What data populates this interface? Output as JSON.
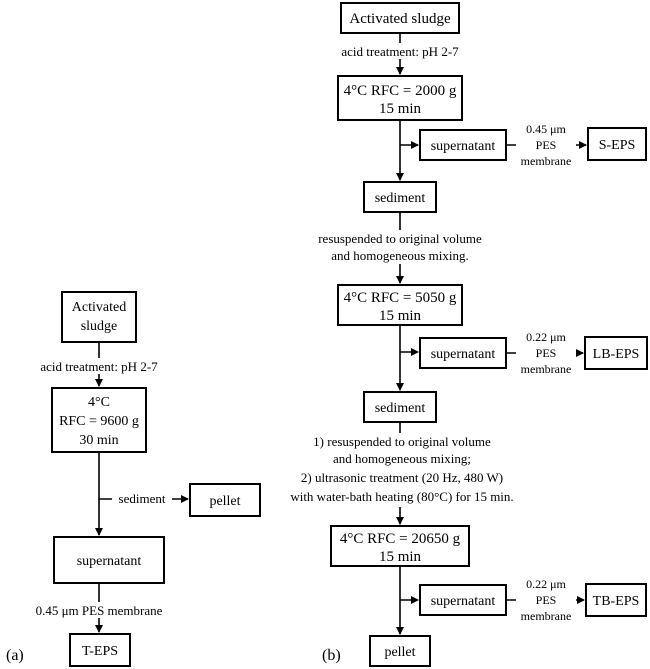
{
  "panel_a": {
    "tag": "(a)",
    "activated_sludge": [
      "Activated",
      "sludge"
    ],
    "acid_treatment": "acid treatment: pH 2-7",
    "centrifuge": [
      "4°C",
      "RFC = 9600 g",
      "30 min"
    ],
    "sediment_label": "sediment",
    "pellet": "pellet",
    "supernatant": "supernatant",
    "membrane": "0.45 μm PES membrane",
    "product": "T-EPS"
  },
  "panel_b": {
    "tag": "(b)",
    "activated_sludge": "Activated sludge",
    "acid_treatment": "acid treatment: pH 2-7",
    "centrifuge_1": [
      "4°C  RFC = 2000 g",
      "15 min"
    ],
    "supernatant_1": "supernatant",
    "membrane_1": [
      "0.45 μm",
      "PES",
      "membrane"
    ],
    "product_1": "S-EPS",
    "sediment_1": "sediment",
    "resuspend_1": [
      "resuspended to original volume",
      "and homogeneous mixing."
    ],
    "centrifuge_2": [
      "4°C  RFC = 5050 g",
      "15 min"
    ],
    "supernatant_2": "supernatant",
    "membrane_2": [
      "0.22 μm",
      "PES",
      "membrane"
    ],
    "product_2": "LB-EPS",
    "sediment_2": "sediment",
    "resuspend_2": [
      "1) resuspended to original volume",
      "and homogeneous mixing;",
      "2) ultrasonic treatment (20 Hz, 480 W)",
      "with water-bath heating (80°C) for 15 min."
    ],
    "centrifuge_3": [
      "4°C  RFC = 20650 g",
      "15 min"
    ],
    "supernatant_3": "supernatant",
    "membrane_3": [
      "0.22 μm",
      "PES",
      "membrane"
    ],
    "product_3": "TB-EPS",
    "pellet": "pellet"
  }
}
